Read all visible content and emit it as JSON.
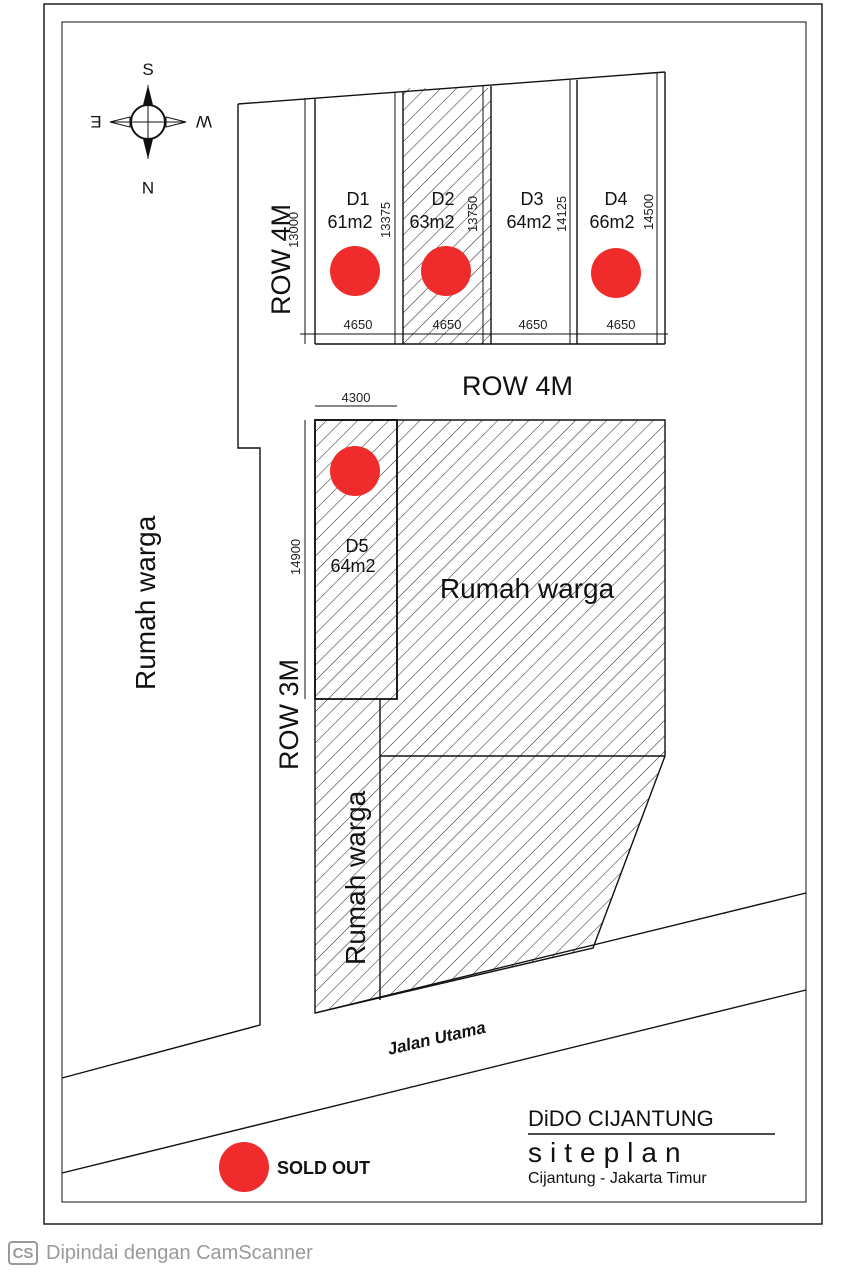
{
  "compass": {
    "north": "N",
    "south": "S",
    "east": "E",
    "west": "W"
  },
  "lots": [
    {
      "id": "D1",
      "area": "61m2",
      "sold": true,
      "depth": "13375",
      "width": "4650"
    },
    {
      "id": "D2",
      "area": "63m2",
      "sold": true,
      "depth": "13750",
      "width": "4650"
    },
    {
      "id": "D3",
      "area": "64m2",
      "sold": false,
      "depth": "14125",
      "width": "4650"
    },
    {
      "id": "D4",
      "area": "66m2",
      "sold": true,
      "depth": "14500",
      "width": "4650"
    },
    {
      "id": "D5",
      "area": "64m2",
      "sold": true,
      "depth": "14900",
      "width": "4300"
    }
  ],
  "dimensions": {
    "d1_left": "13000"
  },
  "roads": {
    "row_4m_vertical": "ROW 4M",
    "row_4m_horizontal": "ROW 4M",
    "row_3m": "ROW 3M",
    "main_road": "Jalan Utama"
  },
  "neighbors": {
    "left": "Rumah warga",
    "center": "Rumah warga",
    "bottom": "Rumah warga"
  },
  "legend": {
    "sold_out": "SOLD OUT",
    "sold_color": "#ef2b2b"
  },
  "title_block": {
    "project": "DiDO CIJANTUNG",
    "subtitle": "siteplan",
    "location": "Cijantung - Jakarta Timur"
  },
  "footer": {
    "logo": "CS",
    "scanner_text": "Dipindai dengan CamScanner"
  }
}
